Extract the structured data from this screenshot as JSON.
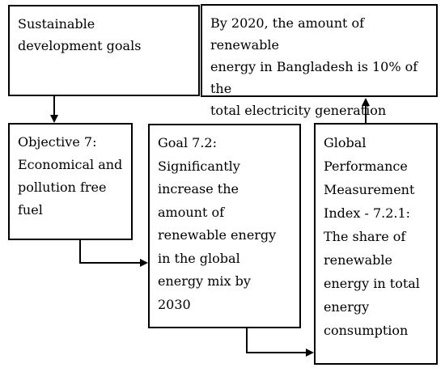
{
  "nodes": {
    "sdg": "Sustainable\ndevelopment goals",
    "objective_7": "Objective 7:\nEconomical and\npollution free\nfuel",
    "goal_7_2": "Goal 7.2:\nSignificantly\nincrease the\namount of\nrenewable energy\nin the global\nenergy mix by\n2030",
    "index_7_2_1": "Global\nPerformance\nMeasurement\nIndex - 7.2.1:\nThe share of\nrenewable\nenergy in total\nenergy\nconsumption",
    "target_2020": "By 2020, the amount of renewable\nenergy in Bangladesh is 10% of the\ntotal electricity generation"
  },
  "edges": [
    {
      "from": "sdg",
      "to": "objective_7"
    },
    {
      "from": "objective_7",
      "to": "goal_7_2"
    },
    {
      "from": "goal_7_2",
      "to": "index_7_2_1"
    },
    {
      "from": "index_7_2_1",
      "to": "target_2020"
    }
  ],
  "colors": {
    "stroke": "#000000",
    "background": "#ffffff"
  }
}
